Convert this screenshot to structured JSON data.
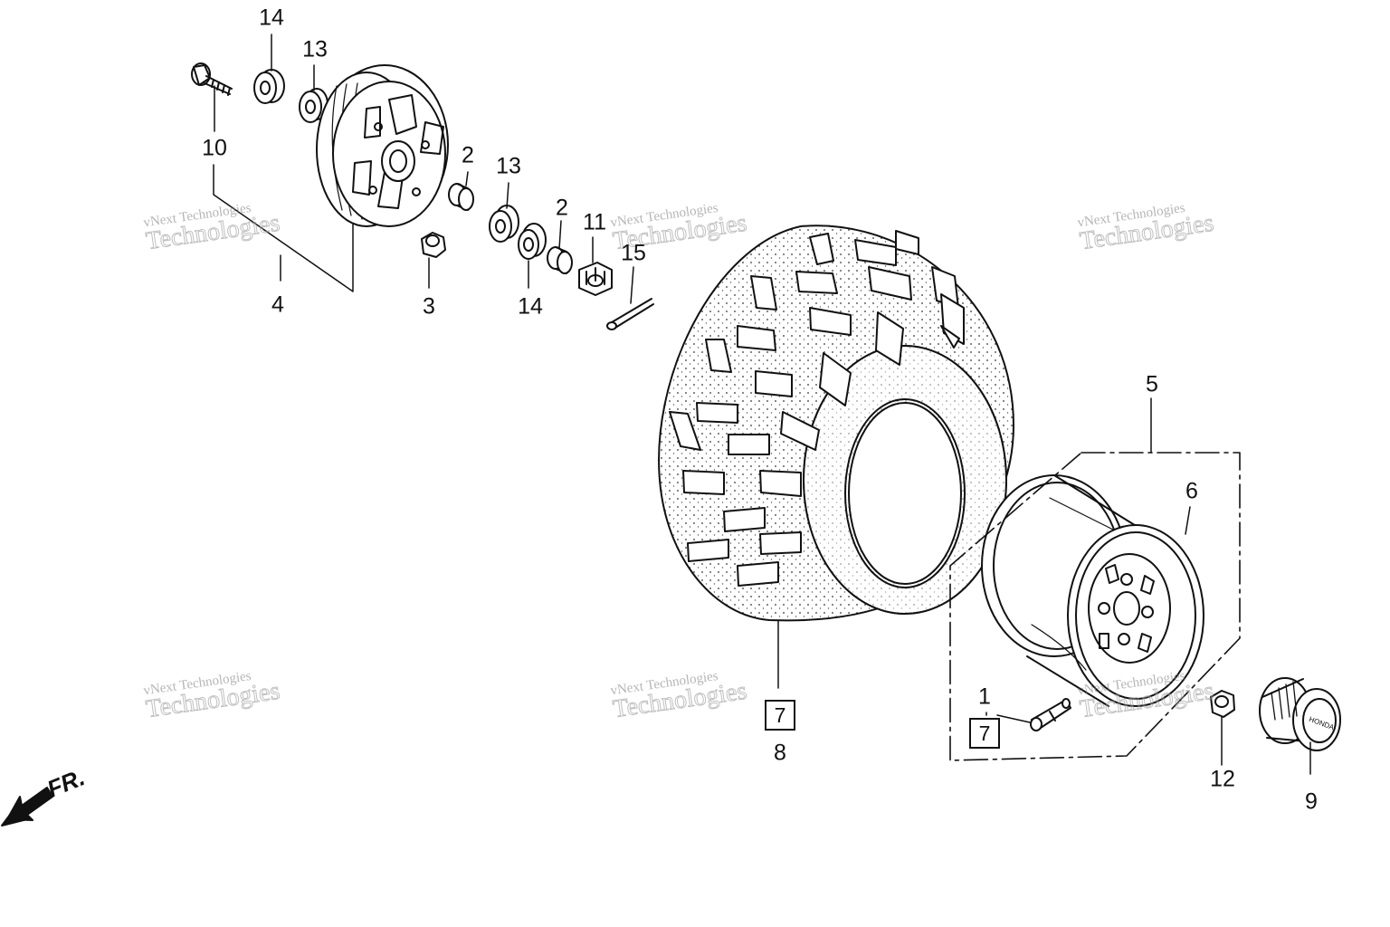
{
  "callouts": {
    "c1": "1",
    "c2a": "2",
    "c2b": "2",
    "c3": "3",
    "c4": "4",
    "c5": "5",
    "c6": "6",
    "c8": "8",
    "c9": "9",
    "c10": "10",
    "c11": "11",
    "c12": "12",
    "c13a": "13",
    "c13b": "13",
    "c14a": "14",
    "c14b": "14",
    "c15": "15"
  },
  "boxed_refs": {
    "b7a": "7",
    "b7b": "7"
  },
  "direction_label": "FR.",
  "watermark": {
    "small": "vNext Technologies",
    "large": "Technologies",
    "top": "vNext"
  },
  "hubcap_text": "HONDA",
  "colors": {
    "line": "#111111",
    "background": "#ffffff",
    "watermark": "#8c8c8c"
  }
}
